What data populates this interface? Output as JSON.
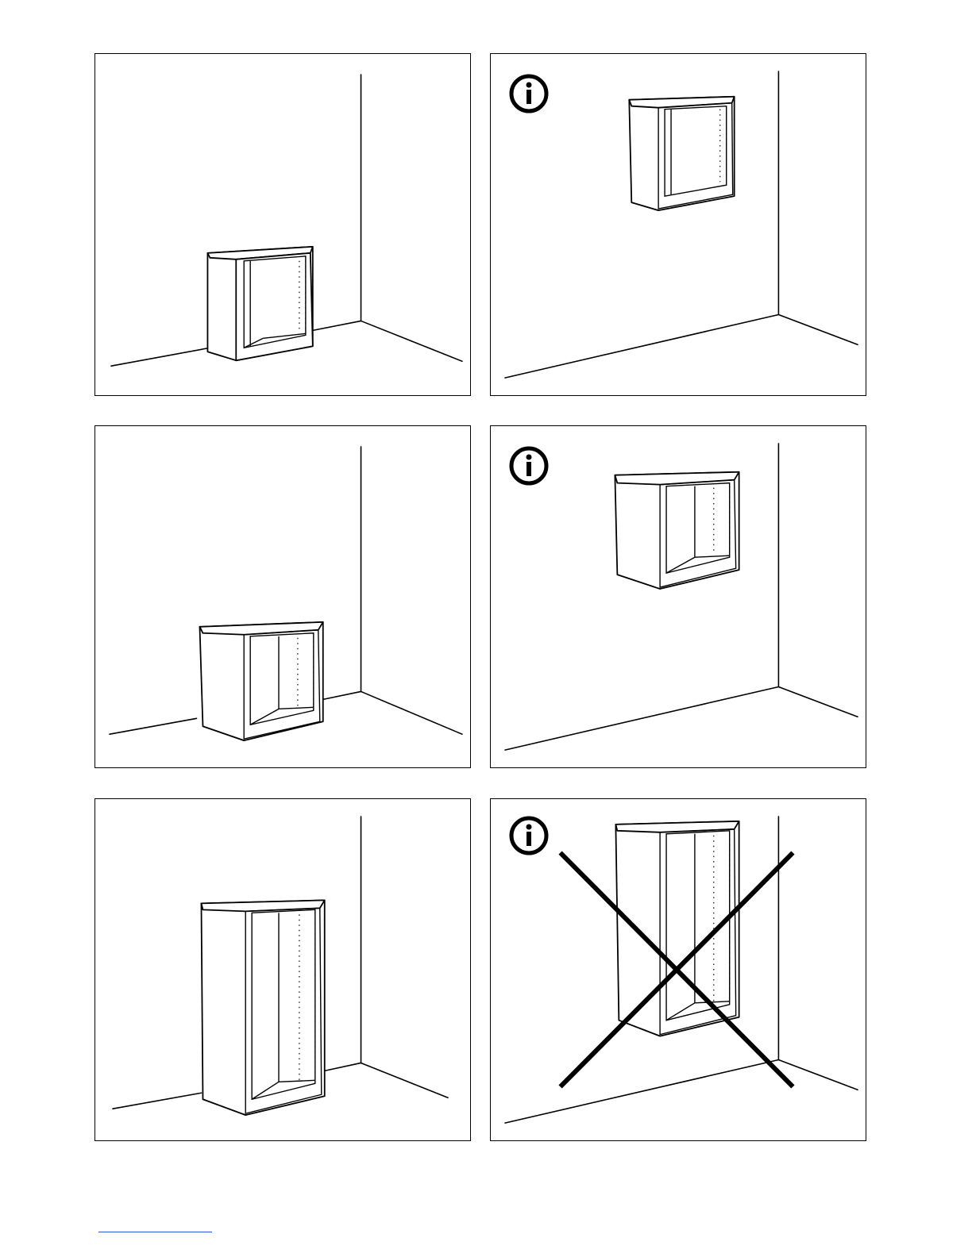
{
  "page": {
    "panels": [
      {
        "id": "panel-floor-low-cabinet",
        "placement": "floor",
        "info": false,
        "crossed": false
      },
      {
        "id": "panel-wall-low-cabinet",
        "placement": "wall",
        "info": true,
        "crossed": false
      },
      {
        "id": "panel-floor-deep-cabinet",
        "placement": "floor",
        "info": false,
        "crossed": false
      },
      {
        "id": "panel-wall-deep-cabinet",
        "placement": "wall",
        "info": true,
        "crossed": false
      },
      {
        "id": "panel-floor-tall-cabinet",
        "placement": "floor",
        "info": false,
        "crossed": false
      },
      {
        "id": "panel-wall-tall-cabinet",
        "placement": "wall",
        "info": true,
        "crossed": true
      }
    ],
    "icons": {
      "info": "info-circle-icon",
      "prohibited": "cross-mark-icon"
    },
    "colors": {
      "line": "#000000",
      "background": "#ffffff",
      "link": "#2b53d6"
    }
  }
}
